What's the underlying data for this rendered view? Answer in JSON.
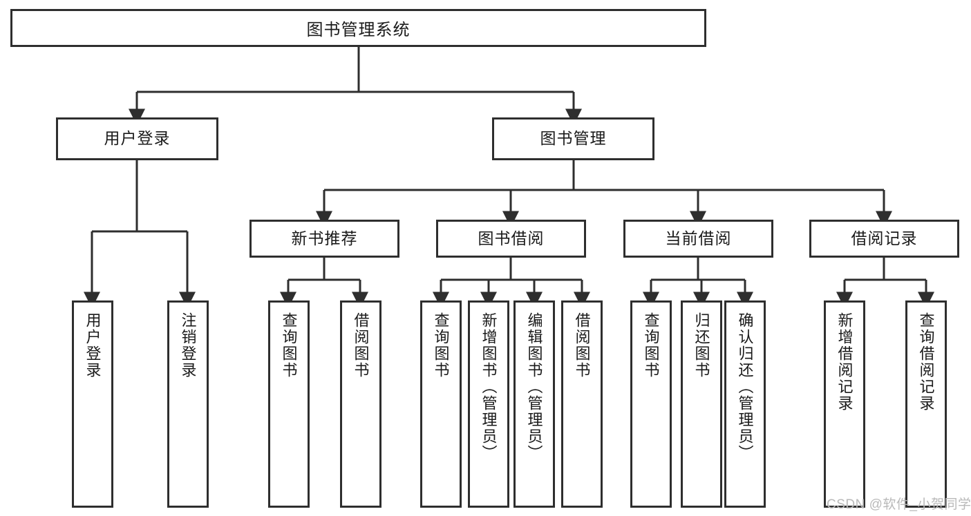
{
  "diagram": {
    "title": "图书管理系统",
    "type": "hierarchy-tree",
    "root": {
      "label": "图书管理系统"
    },
    "level2": [
      {
        "label": "用户登录"
      },
      {
        "label": "图书管理"
      }
    ],
    "level3": [
      {
        "label": "新书推荐"
      },
      {
        "label": "图书借阅"
      },
      {
        "label": "当前借阅"
      },
      {
        "label": "借阅记录"
      }
    ],
    "leaves": {
      "user_login": [
        {
          "label": "用户登录"
        },
        {
          "label": "注销登录"
        }
      ],
      "new_book_recommend": [
        {
          "label": "查询图书"
        },
        {
          "label": "借阅图书"
        }
      ],
      "book_borrow": [
        {
          "label": "查询图书"
        },
        {
          "label": "新增图书（管理员）"
        },
        {
          "label": "编辑图书（管理员）"
        },
        {
          "label": "借阅图书"
        }
      ],
      "current_borrow": [
        {
          "label": "查询图书"
        },
        {
          "label": "归还图书"
        },
        {
          "label": "确认归还（管理员）"
        }
      ],
      "borrow_record": [
        {
          "label": "新增借阅记录"
        },
        {
          "label": "查询借阅记录"
        }
      ]
    }
  },
  "watermark": {
    "text": "CSDN @软件_小贺同学"
  },
  "colors": {
    "stroke": "#2e2e2e",
    "box_fill": "#ffffff",
    "text": "#1a1a1a",
    "watermark": "#b9b9b9"
  }
}
